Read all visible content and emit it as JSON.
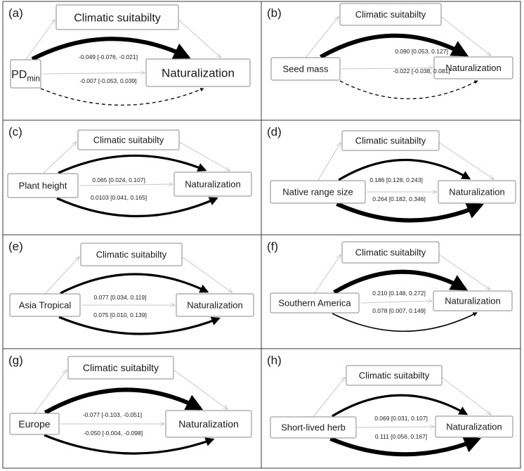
{
  "figure": {
    "panels": [
      {
        "letter": "(a)",
        "predictor": "PD",
        "predictor_sub": "min",
        "mediator": "Climatic suitabilty",
        "outcome": "Naturalization",
        "upper_stat": "-0.049 [-0.076, -0.021]",
        "lower_stat": "-0.007 [-0.053, 0.039]",
        "upper_path": "strong",
        "lower_path": "dashed"
      },
      {
        "letter": "(b)",
        "predictor": "Seed mass",
        "mediator": "Climatic suitabilty",
        "outcome": "Naturalization",
        "upper_stat": "0.090 [0.053, 0.127]",
        "lower_stat": "-0.022 [-0.038, 0.081]",
        "upper_path": "strong",
        "lower_path": "dashed"
      },
      {
        "letter": "(c)",
        "predictor": "Plant height",
        "mediator": "Climatic suitabilty",
        "outcome": "Naturalization",
        "upper_stat": "0.065 [0.024, 0.107]",
        "lower_stat": "0.0103 [0.041, 0.165]",
        "upper_path": "medium",
        "lower_path": "medium"
      },
      {
        "letter": "(d)",
        "predictor": "Native range size",
        "mediator": "Climatic suitabilty",
        "outcome": "Naturalization",
        "upper_stat": "0.186 [0.128, 0.243]",
        "lower_stat": "0.264 [0.182, 0.346]",
        "upper_path": "medium",
        "lower_path": "strong"
      },
      {
        "letter": "(e)",
        "predictor": "Asia Tropical",
        "mediator": "Climatic suitabilty",
        "outcome": "Naturalization",
        "upper_stat": "0.077 [0.034, 0.119]",
        "lower_stat": "0.075 [0.010, 0.139]",
        "upper_path": "medium",
        "lower_path": "medium"
      },
      {
        "letter": "(f)",
        "predictor": "Southern America",
        "mediator": "Climatic suitabilty",
        "outcome": "Naturalization",
        "upper_stat": "0.210 [0.148, 0.272]",
        "lower_stat": "0.078 [0.007, 0.149]",
        "upper_path": "strong",
        "lower_path": "thin"
      },
      {
        "letter": "(g)",
        "predictor": "Europe",
        "mediator": "Climatic suitabilty",
        "outcome": "Naturalization",
        "upper_stat": "-0.077 [-0.103, -0.051]",
        "lower_stat": "-0.050 [-0.004, -0.098]",
        "upper_path": "strong",
        "lower_path": "medium"
      },
      {
        "letter": "(h)",
        "predictor": "Short-lived herb",
        "mediator": "Climatic suitabilty",
        "outcome": "Naturalization",
        "upper_stat": "0.069 [0.031, 0.107]",
        "lower_stat": "0.111 [0.056, 0.167]",
        "upper_path": "medium",
        "lower_path": "strong"
      }
    ]
  }
}
